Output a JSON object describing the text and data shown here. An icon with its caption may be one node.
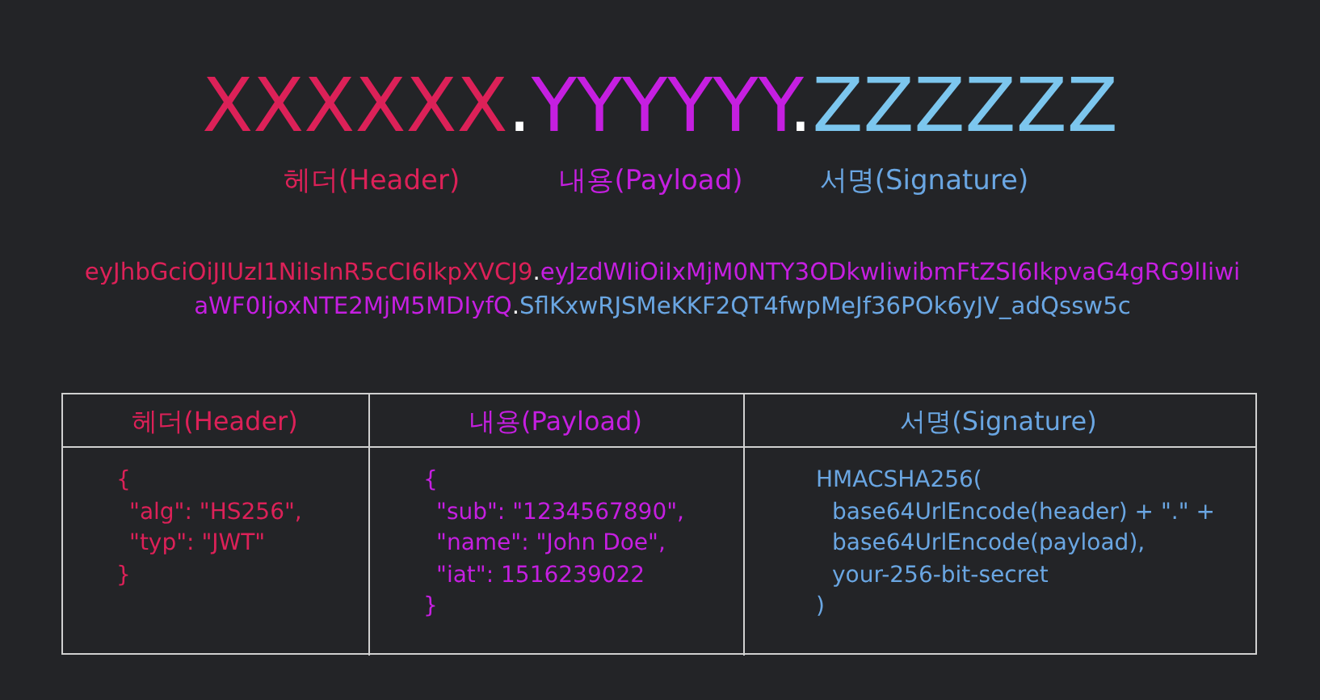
{
  "diagram": {
    "labels": [
      "XXXXXX",
      ".",
      "YYYYYY",
      ".",
      "ZZZZZZ",
      "헤더(Header)",
      "내용(Payload)",
      "서명(Signature)",
      "eyJhbGciOiJIUzI1NiIsInR5cCI6IkpXVCJ9",
      ".",
      "eyJzdWIiOiIxMjM0NTY3ODkwIiwibmFtZSI6IkpvaG4gRG9lIiwiaWF0IjoxNTE2MjM5MDIyfQ",
      ".",
      "SflKxwRJSMeKKF2QT4fwpMeJf36POk6yJV_adQssw5c",
      "헤더(Header)",
      "내용(Payload)",
      "서명(Signature)",
      "{",
      "\"alg\": \"HS256\",",
      "\"typ\": \"JWT\"",
      "}",
      "{",
      "\"sub\": \"1234567890\",",
      "\"name\": \"John Doe\",",
      "\"iat\": 1516239022",
      "}",
      "HMACSHA256(",
      "base64UrlEncode(header) + \".\" +",
      "base64UrlEncode(payload),",
      "your-256-bit-secret",
      ")"
    ]
  }
}
